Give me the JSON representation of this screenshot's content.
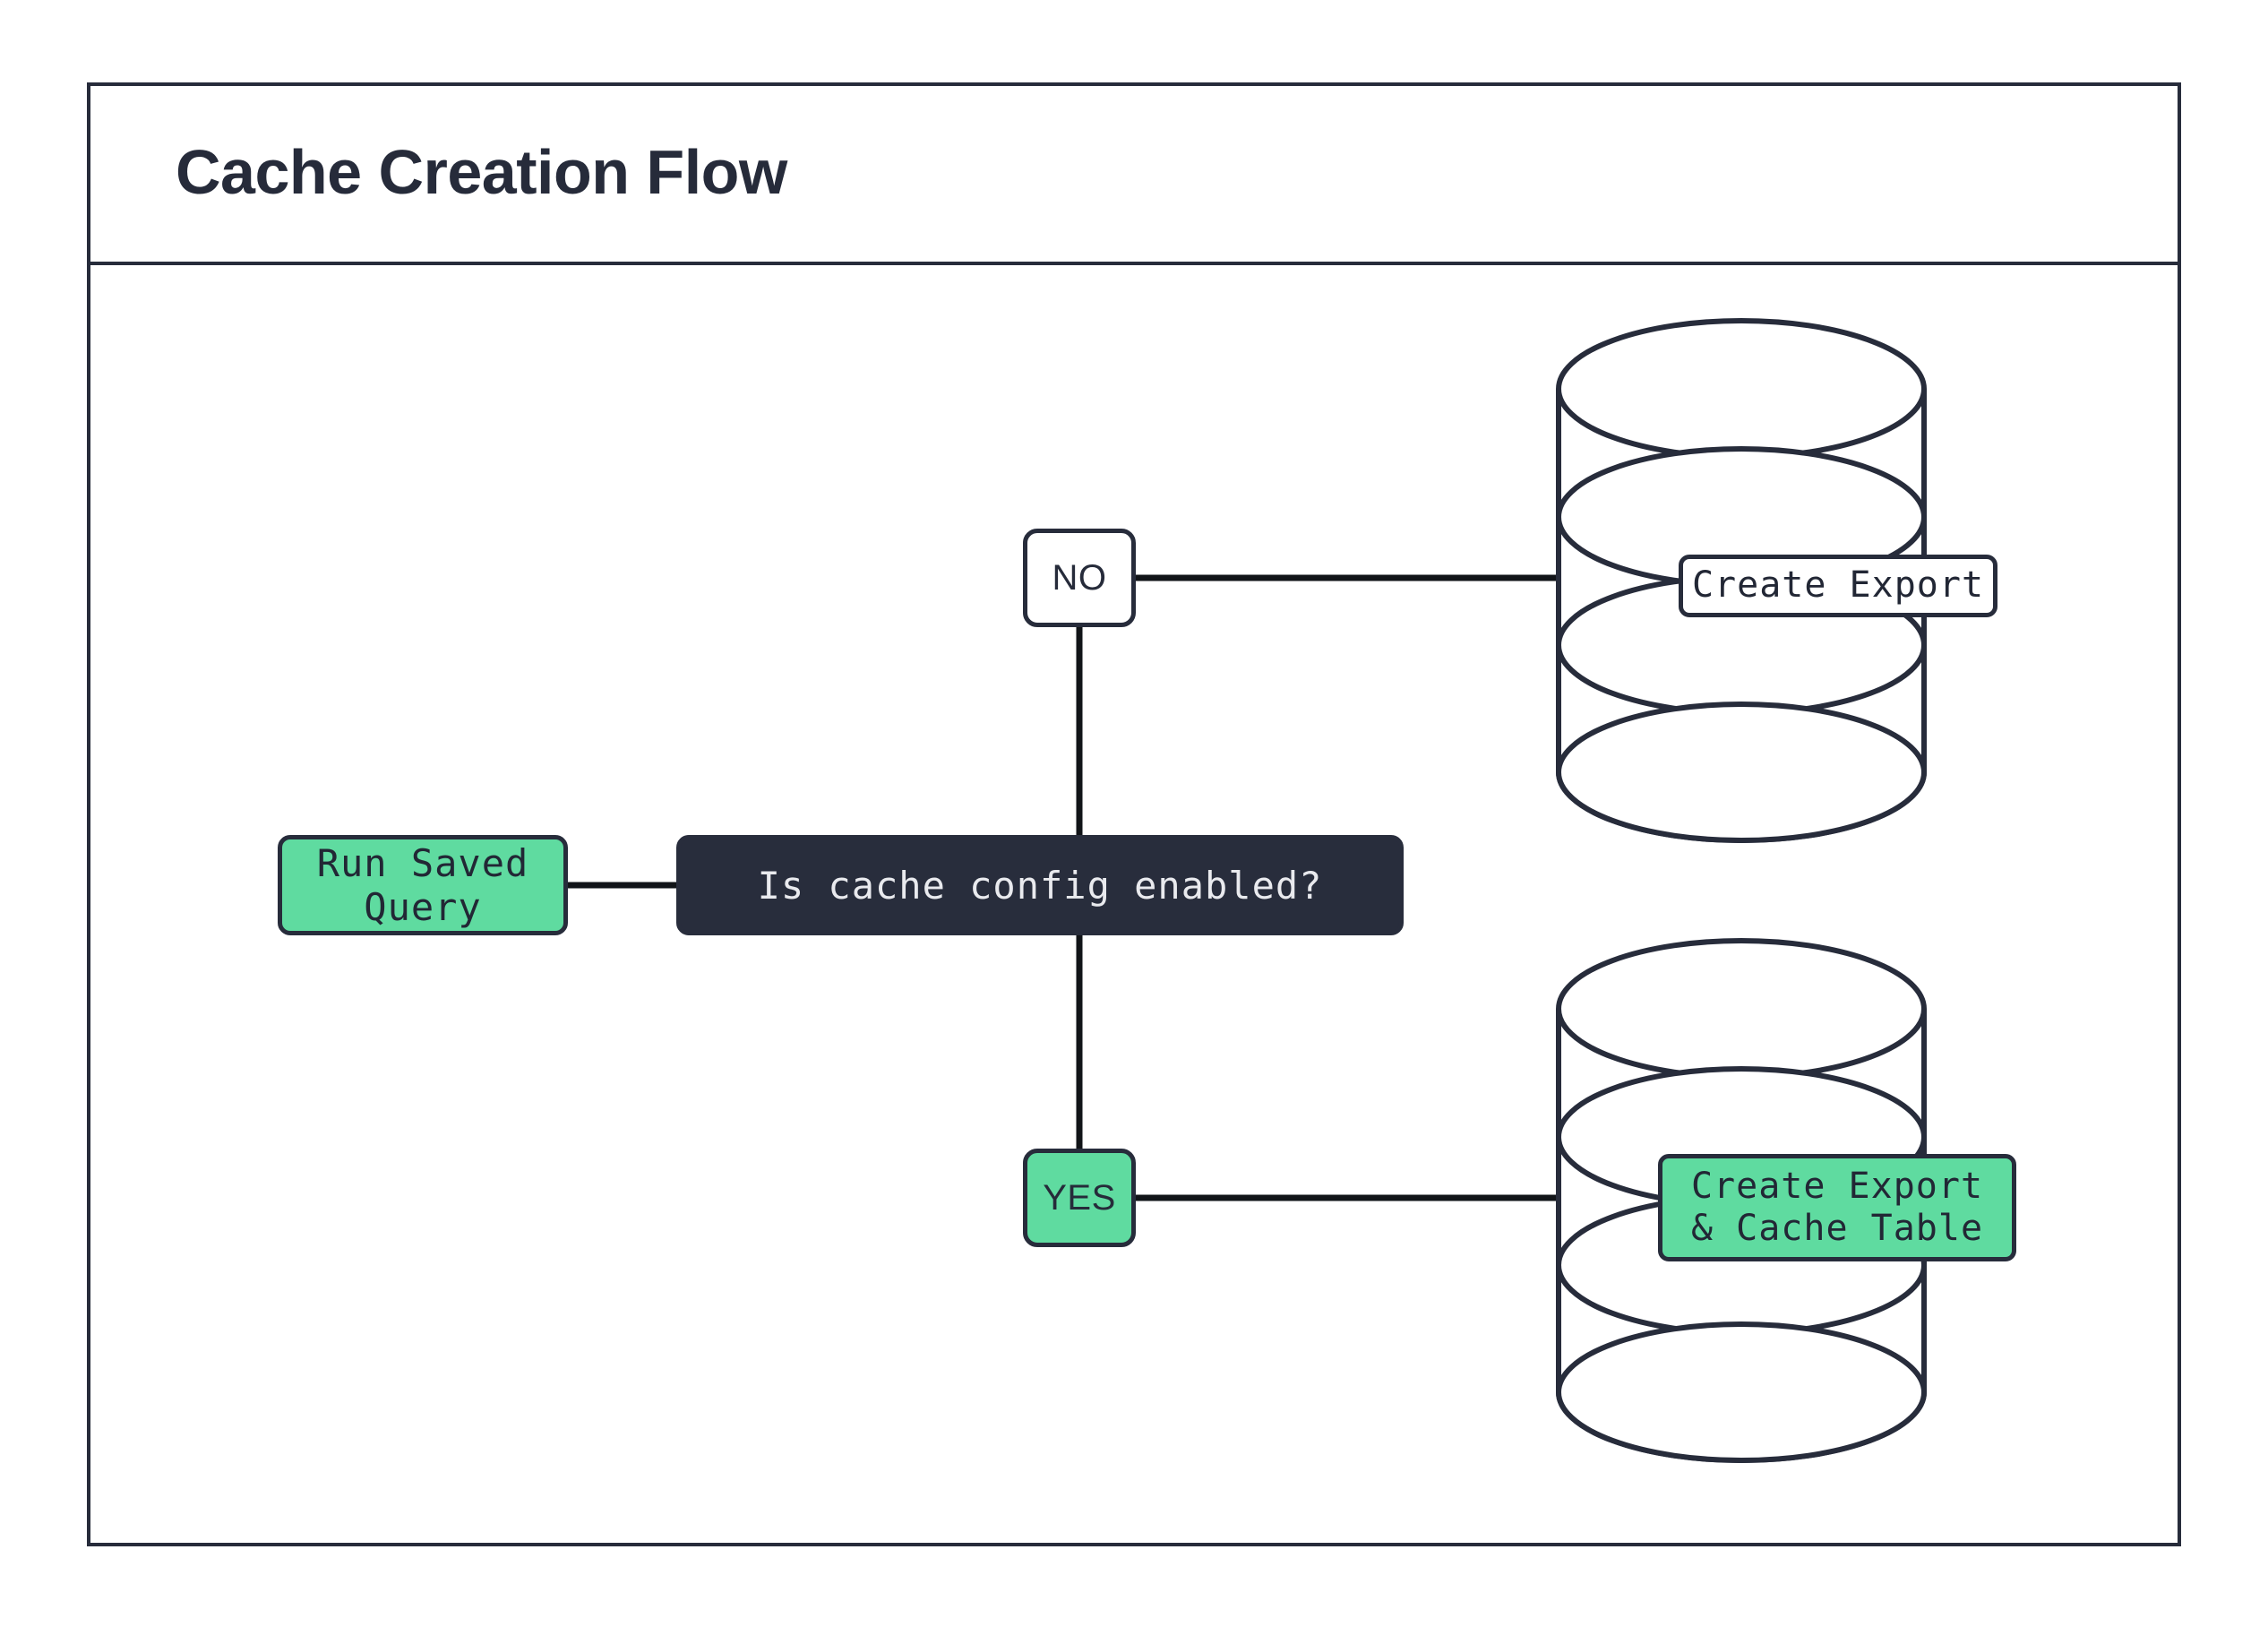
{
  "diagram": {
    "title": "Cache Creation Flow",
    "type": "flowchart",
    "colors": {
      "stroke": "#272c3b",
      "accent_green": "#5fdba0",
      "decision_dark": "#282d3c",
      "decision_text": "#e9eaee",
      "node_text": "#222735",
      "background": "#ffffff"
    },
    "nodes": {
      "start": {
        "label": "Run Saved Query",
        "shape": "rounded-rect",
        "fill": "green"
      },
      "decision": {
        "label": "Is cache config enabled?",
        "shape": "rounded-rect",
        "fill": "dark"
      },
      "branch_no": {
        "label": "NO",
        "shape": "rounded-rect",
        "fill": "white"
      },
      "branch_yes": {
        "label": "YES",
        "shape": "rounded-rect",
        "fill": "green"
      },
      "db_top": {
        "label": "Create Export",
        "shape": "cylinder",
        "fill": "white"
      },
      "db_bottom": {
        "label": "Create Export\n& Cache Table",
        "shape": "cylinder",
        "fill": "green"
      }
    },
    "edges": [
      {
        "from": "start",
        "to": "decision",
        "label": ""
      },
      {
        "from": "decision",
        "to": "branch_no",
        "label": "NO"
      },
      {
        "from": "decision",
        "to": "branch_yes",
        "label": "YES"
      },
      {
        "from": "branch_no",
        "to": "db_top",
        "label": ""
      },
      {
        "from": "branch_yes",
        "to": "db_bottom",
        "label": ""
      }
    ]
  }
}
